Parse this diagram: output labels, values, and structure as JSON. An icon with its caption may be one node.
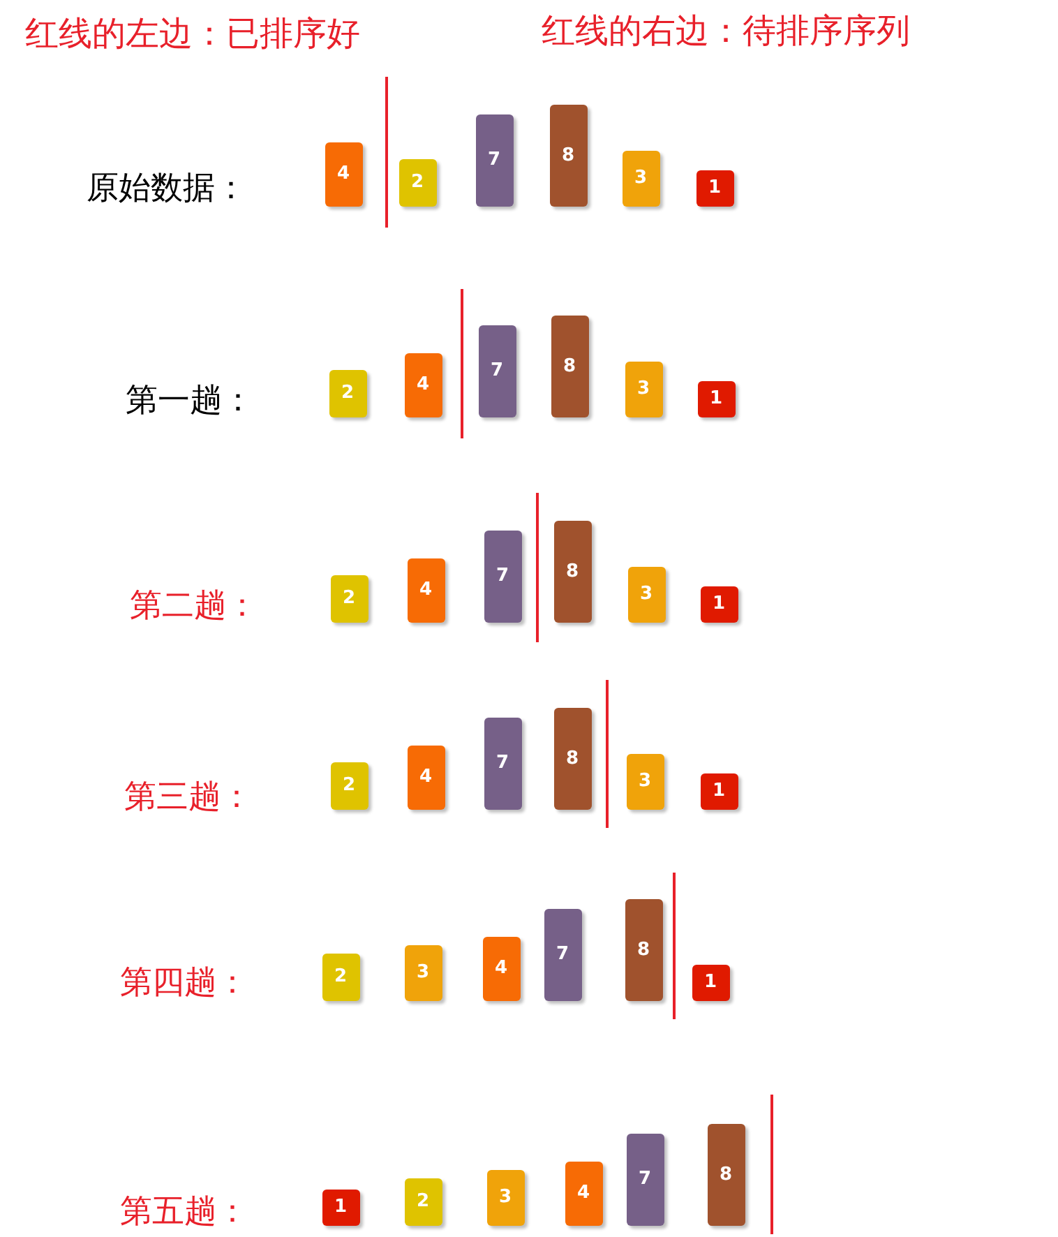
{
  "diagram": {
    "nodes": [
      {
        "text": [
          "4"
        ]
      },
      {
        "text": [
          "2"
        ]
      },
      {
        "text": [
          "7"
        ]
      },
      {
        "text": [
          "8"
        ]
      },
      {
        "text": [
          "3"
        ]
      },
      {
        "text": [
          "1"
        ]
      },
      {
        "text": [
          "2"
        ]
      },
      {
        "text": [
          "4"
        ]
      },
      {
        "text": [
          "7"
        ]
      },
      {
        "text": [
          "8"
        ]
      },
      {
        "text": [
          "3"
        ]
      },
      {
        "text": [
          "1"
        ]
      },
      {
        "text": [
          "2"
        ]
      },
      {
        "text": [
          "4"
        ]
      },
      {
        "text": [
          "7"
        ]
      },
      {
        "text": [
          "8"
        ]
      },
      {
        "text": [
          "3"
        ]
      },
      {
        "text": [
          "1"
        ]
      },
      {
        "text": [
          "2"
        ]
      },
      {
        "text": [
          "4"
        ]
      },
      {
        "text": [
          "7"
        ]
      },
      {
        "text": [
          "8"
        ]
      },
      {
        "text": [
          "3"
        ]
      },
      {
        "text": [
          "1"
        ]
      },
      {
        "text": [
          "2"
        ]
      },
      {
        "text": [
          "3"
        ]
      },
      {
        "text": [
          "4"
        ]
      },
      {
        "text": [
          "7"
        ]
      },
      {
        "text": [
          "8"
        ]
      },
      {
        "text": [
          "1"
        ]
      },
      {
        "text": [
          "1"
        ]
      },
      {
        "text": [
          "2"
        ]
      },
      {
        "text": [
          "3"
        ]
      },
      {
        "text": [
          "4"
        ]
      },
      {
        "text": [
          "7"
        ]
      },
      {
        "text": [
          "8"
        ]
      }
    ],
    "labels": [
      "红线的左边：已排序好",
      "红线的右边：待排序序列",
      "原始数据：",
      "第一趟：",
      "第二趟：",
      "第三趟：",
      "第四趟：",
      "第五趟："
    ]
  }
}
